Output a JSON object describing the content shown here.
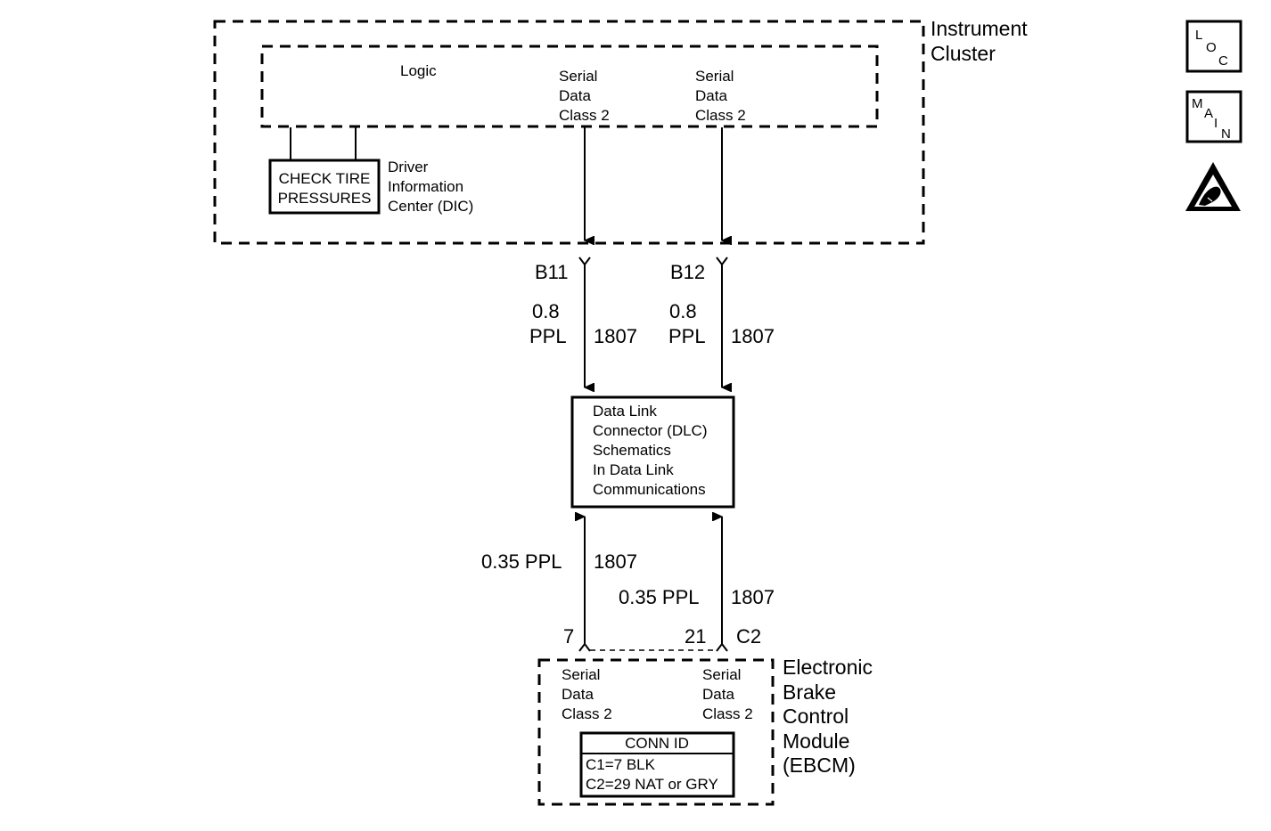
{
  "instrument_cluster": {
    "label_line1": "Instrument",
    "label_line2": "Cluster",
    "logic": "Logic",
    "serial_left": [
      "Serial",
      "Data",
      "Class 2"
    ],
    "serial_right": [
      "Serial",
      "Data",
      "Class 2"
    ],
    "dic_display": [
      "CHECK TIRE",
      "PRESSURES"
    ],
    "dic_label": [
      "Driver",
      "Information",
      "Center (DIC)"
    ]
  },
  "upper_wires": {
    "left": {
      "terminal": "B11",
      "size": "0.8",
      "color": "PPL",
      "circuit": "1807"
    },
    "right": {
      "terminal": "B12",
      "size": "0.8",
      "color": "PPL",
      "circuit": "1807"
    }
  },
  "dlc": {
    "lines": [
      "Data Link",
      "Connector (DLC)",
      "Schematics",
      "In Data Link",
      "Communications"
    ]
  },
  "lower_wires": {
    "left": {
      "size_color": "0.35 PPL",
      "circuit": "1807",
      "terminal": "7"
    },
    "right": {
      "size_color": "0.35 PPL",
      "circuit": "1807",
      "terminal": "21"
    },
    "connector": "C2"
  },
  "ebcm": {
    "label": [
      "Electronic",
      "Brake",
      "Control",
      "Module",
      "(EBCM)"
    ],
    "serial_left": [
      "Serial",
      "Data",
      "Class 2"
    ],
    "serial_right": [
      "Serial",
      "Data",
      "Class 2"
    ],
    "conn_id_title": "CONN ID",
    "conn_id_lines": [
      "C1=7 BLK",
      "C2=29 NAT or GRY"
    ]
  },
  "side_icons": {
    "loc": [
      "L",
      "O",
      "C"
    ],
    "main": [
      "M",
      "A",
      "I",
      "N"
    ],
    "esd_icon": "esd-warning-icon"
  }
}
